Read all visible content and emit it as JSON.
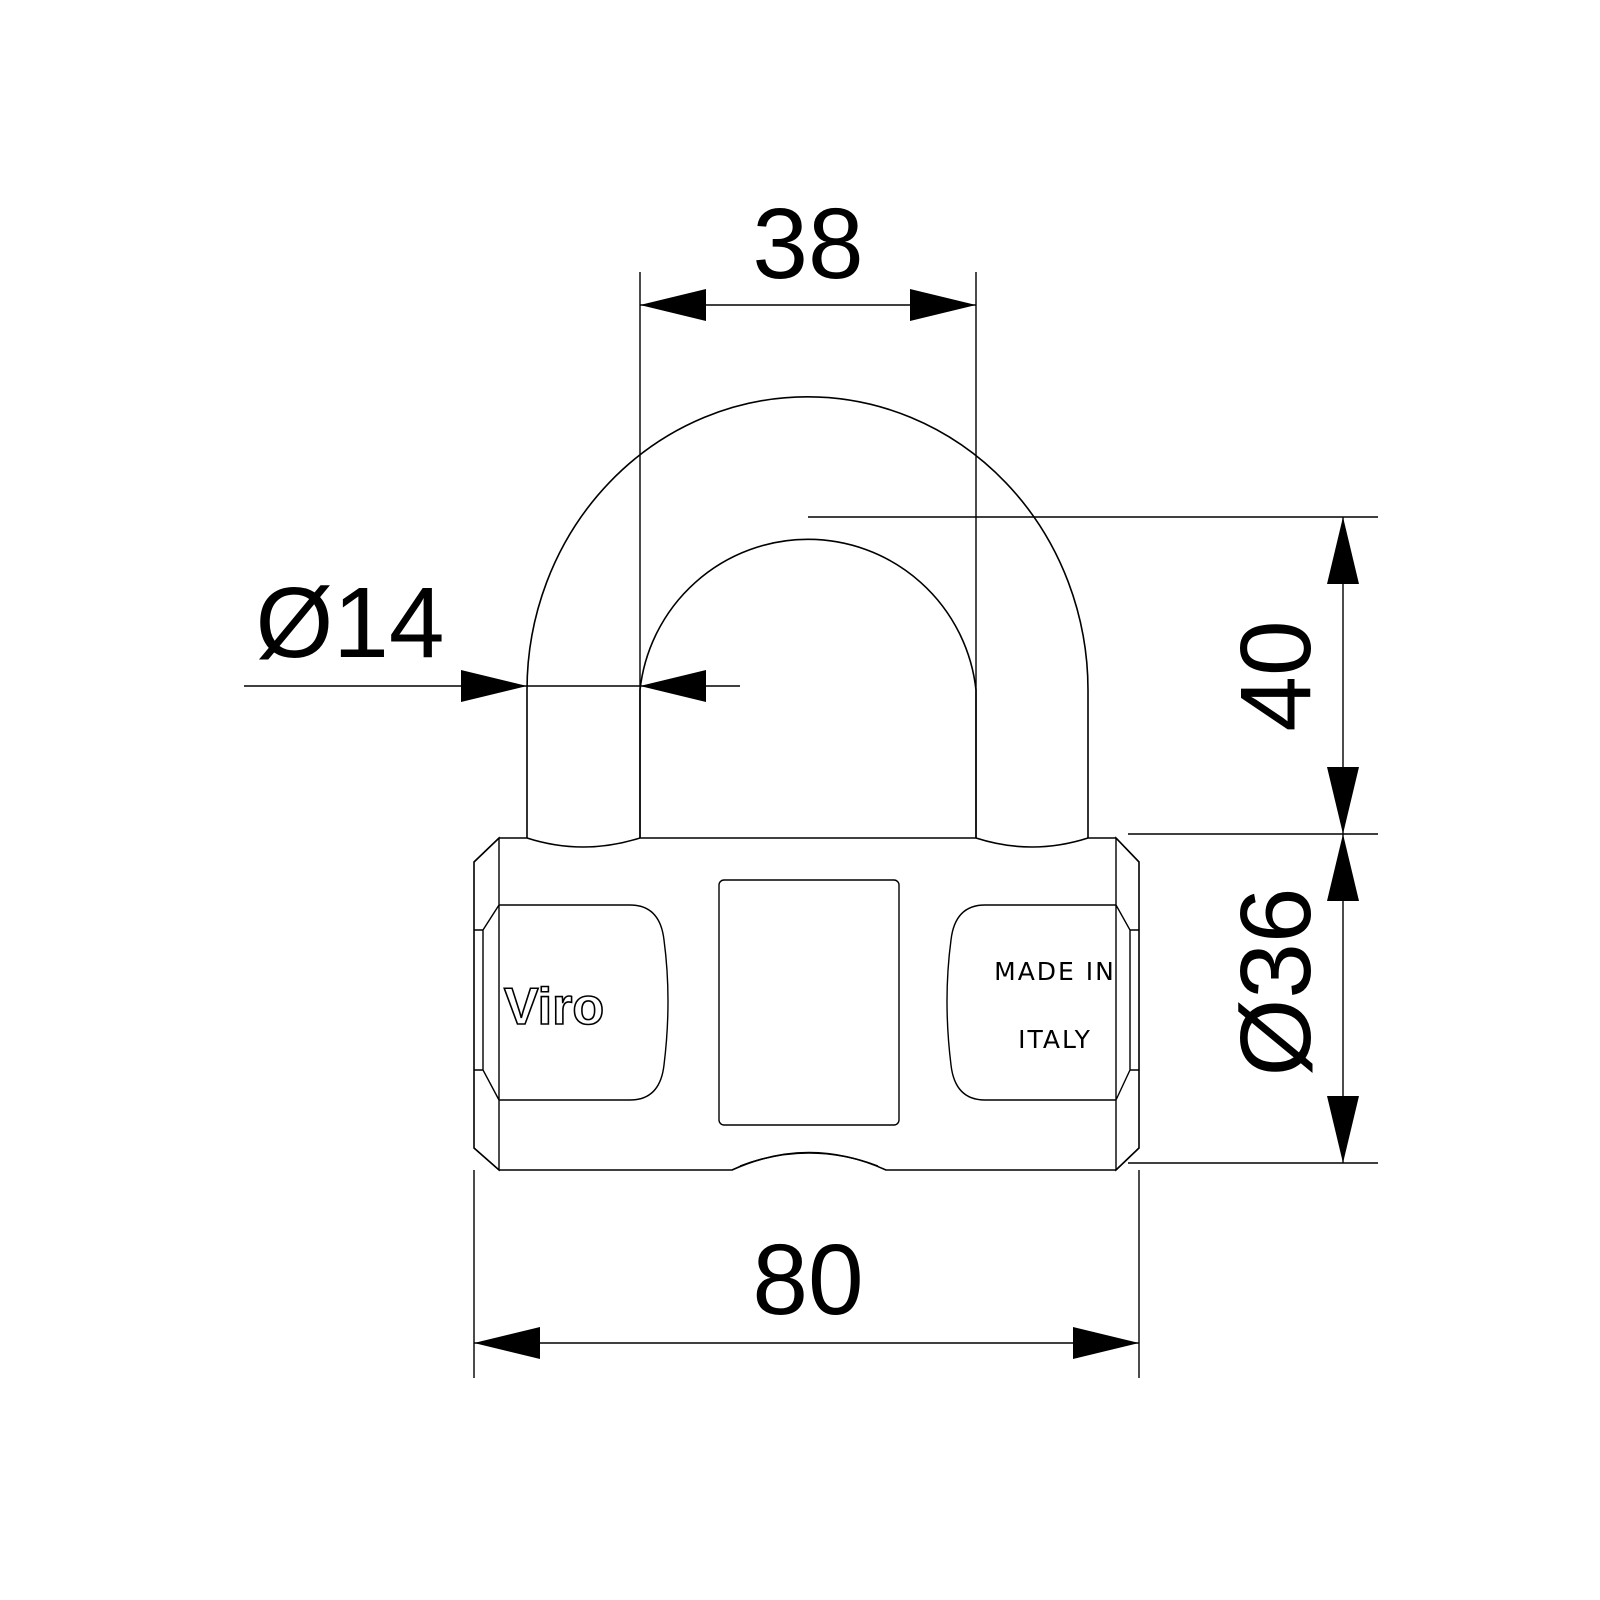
{
  "dimensions": {
    "shackle_spacing": "38",
    "shackle_diameter": "Ø14",
    "shackle_clearance": "40",
    "body_diameter": "Ø36",
    "body_width": "80"
  },
  "body": {
    "brand": "Viro",
    "origin_line1": "MADE IN",
    "origin_line2": "ITALY"
  }
}
